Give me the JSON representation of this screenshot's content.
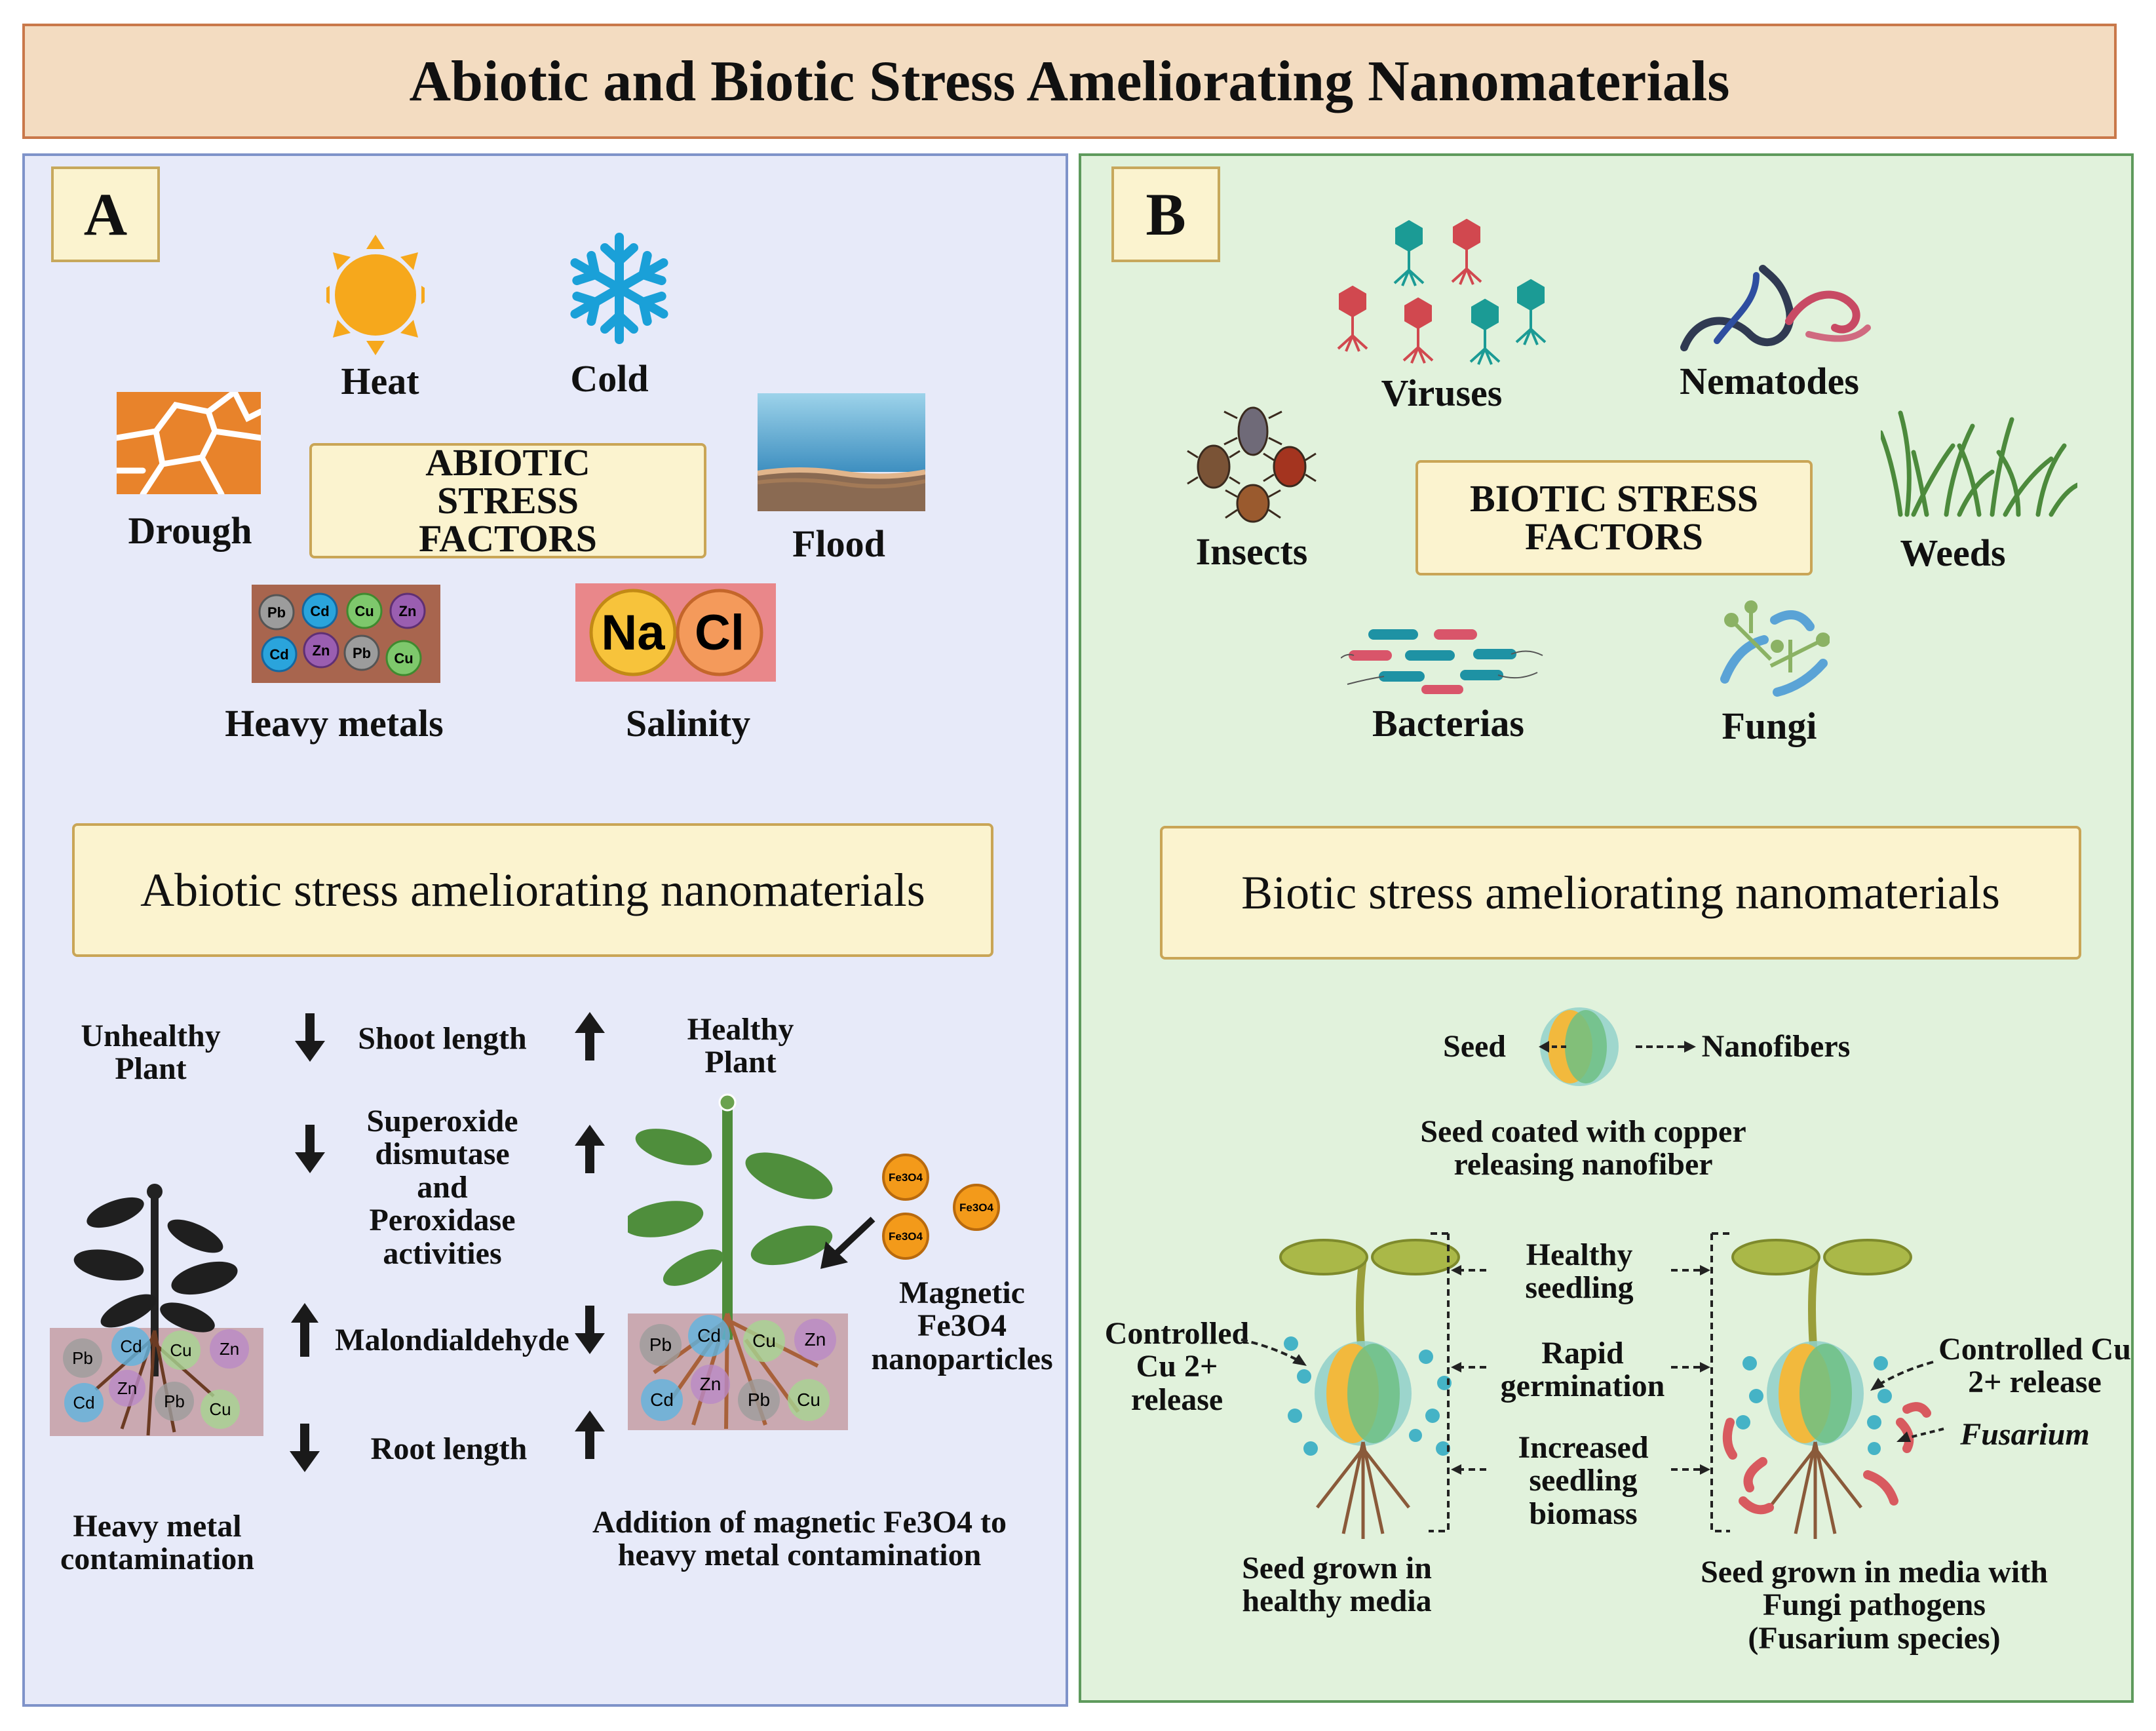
{
  "title": "Abiotic and Biotic Stress Ameliorating Nanomaterials",
  "panel_a": {
    "letter": "A",
    "factors_box": "ABIOTIC STRESS FACTORS",
    "factors": {
      "heat": "Heat",
      "cold": "Cold",
      "drought": "Drough",
      "flood": "Flood",
      "heavy_metals": "Heavy metals",
      "salinity": "Salinity"
    },
    "metal_symbols": [
      "Pb",
      "Cd",
      "Cu",
      "Zn"
    ],
    "salt_symbols": [
      "Na",
      "Cl"
    ],
    "nano_box": "Abiotic stress ameliorating nanomaterials",
    "unhealthy_plant": "Unhealthy Plant",
    "healthy_plant": "Healthy Plant",
    "parameters": [
      "Shoot length",
      "Superoxide dismutase and Peroxidase activities",
      "Malondialdehyde",
      "Root length"
    ],
    "magnetic_np": "Magnetic Fe3O4 nanoparticles",
    "np_label": "Fe3O4",
    "contamination_caption": "Heavy metal contamination",
    "addition_caption": "Addition of magnetic Fe3O4 to heavy metal contamination"
  },
  "panel_b": {
    "letter": "B",
    "factors_box": "BIOTIC STRESS FACTORS",
    "factors": {
      "viruses": "Viruses",
      "nematodes": "Nematodes",
      "insects": "Insects",
      "weeds": "Weeds",
      "bacterias": "Bacterias",
      "fungi": "Fungi"
    },
    "nano_box": "Biotic stress ameliorating nanomaterials",
    "seed": "Seed",
    "nanofibers": "Nanofibers",
    "seed_caption": "Seed coated with copper releasing nanofiber",
    "effects": [
      "Healthy seedling",
      "Rapid germination",
      "Increased seedling biomass"
    ],
    "controlled_cu_left": "Controlled Cu 2+ release",
    "controlled_cu_right": "Controlled Cu 2+ release",
    "fusarium": "Fusarium",
    "healthy_media_caption": "Seed grown in healthy media",
    "fungi_media_caption": "Seed grown in  media with Fungi pathogens (Fusarium species)"
  }
}
